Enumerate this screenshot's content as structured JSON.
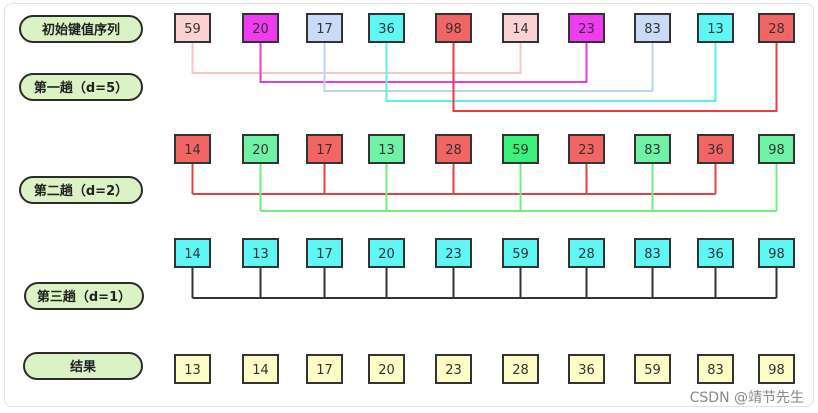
{
  "rows": [
    {
      "label": "初始键值序列",
      "values": [
        "59",
        "20",
        "17",
        "36",
        "98",
        "14",
        "23",
        "83",
        "13",
        "28"
      ],
      "colors": [
        "#fbd1d1",
        "#ef3cf0",
        "#c9dcf7",
        "#5ff6f6",
        "#f26565",
        "#fbd1d1",
        "#ef3cf0",
        "#c9dcf7",
        "#5ff6f6",
        "#f26565"
      ]
    },
    {
      "label": "第一趟（d=5）",
      "values": [],
      "colors": []
    },
    {
      "label": "第二趟（d=2）",
      "values": [
        "14",
        "20",
        "17",
        "13",
        "28",
        "59",
        "23",
        "83",
        "36",
        "98"
      ],
      "colors": [
        "#f26565",
        "#6ff2a6",
        "#f26565",
        "#6ff2a6",
        "#f26565",
        "#3af27a",
        "#f26565",
        "#6ff2a6",
        "#f26565",
        "#6ff2a6"
      ]
    },
    {
      "label": "第三趟（d=1）",
      "values": [
        "14",
        "13",
        "17",
        "20",
        "23",
        "59",
        "28",
        "83",
        "36",
        "98"
      ],
      "colors": [
        "#5ff6f6",
        "#5ff6f6",
        "#5ff6f6",
        "#5ff6f6",
        "#5ff6f6",
        "#5ff6f6",
        "#5ff6f6",
        "#5ff6f6",
        "#5ff6f6",
        "#5ff6f6"
      ]
    },
    {
      "label": "结果",
      "values": [
        "13",
        "14",
        "17",
        "20",
        "23",
        "28",
        "36",
        "59",
        "83",
        "98"
      ],
      "colors": [
        "#fdfcc6",
        "#fdfcc6",
        "#fdfcc6",
        "#fdfcc6",
        "#fdfcc6",
        "#fdfcc6",
        "#fdfcc6",
        "#fdfcc6",
        "#fdfcc6",
        "#fdfcc6"
      ]
    }
  ],
  "line_colors": {
    "pair_light_pink": "#fbc4c4",
    "pair_magenta": "#e23de6",
    "pair_light_blue": "#b9d3f3",
    "pair_cyan": "#56f0f0",
    "pair_red": "#ee3c3c",
    "gap2_red": "#e44040",
    "gap2_green": "#6ff07a",
    "gap1_dark": "#333333"
  },
  "watermark": "CSDN @靖节先生"
}
